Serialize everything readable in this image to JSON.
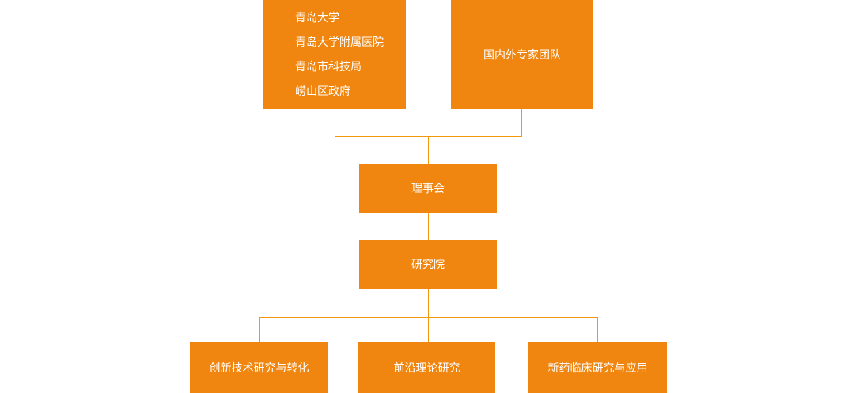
{
  "org_chart": {
    "founders_box": {
      "items": [
        {
          "label": "青岛大学"
        },
        {
          "label": "青岛大学附属医院"
        },
        {
          "label": "青岛市科技局"
        },
        {
          "label": "崂山区政府"
        }
      ]
    },
    "experts_box": {
      "label": "国内外专家团队"
    },
    "board_box": {
      "label": "理事会"
    },
    "institute_box": {
      "label": "研究院"
    },
    "division_boxes": [
      {
        "label": "创新技术研究与转化"
      },
      {
        "label": "前沿理论研究"
      },
      {
        "label": "新药临床研究与应用"
      }
    ],
    "colors": {
      "box_background": "#F0860F",
      "connector_line": "#F2980A",
      "text": "#FFFFFF",
      "page_background": "#FFFFFF"
    }
  }
}
